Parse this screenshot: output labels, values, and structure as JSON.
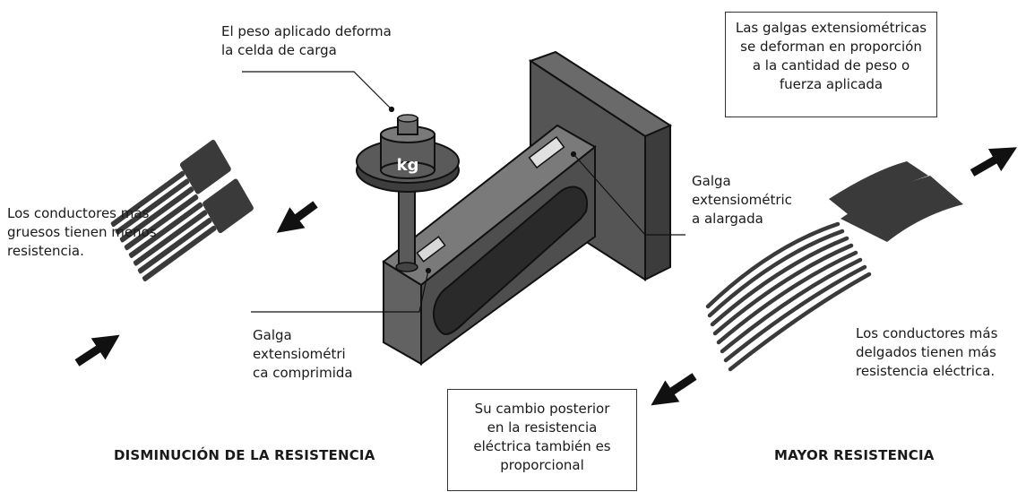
{
  "labels": {
    "top_callout": "El peso aplicado deforma\nla celda de carga",
    "left_desc": "Los conductores más\ngruesos tienen menos\nresistencia.",
    "compressed_gauge": "Galga\nextensiométri\nca comprimida",
    "elongated_gauge": "Galga\nextensiométric\na alargada",
    "right_desc": "Los conductores más\ndelgados tienen más\nresistencia eléctrica."
  },
  "boxes": {
    "top_right": "Las galgas extensiométricas\nse deforman en proporción\na la cantidad de peso o\nfuerza aplicada",
    "bottom_center": "Su cambio posterior\nen la resistencia\neléctrica también es\nproporcional"
  },
  "titles": {
    "left": "DISMINUCIÓN DE LA RESISTENCIA",
    "right": "MAYOR RESISTENCIA"
  },
  "weight_unit": "kg",
  "colors": {
    "gauge_dark": "#3a3a3a",
    "load_cell": "#5a5a5a",
    "wall": "#4a4a4a"
  }
}
